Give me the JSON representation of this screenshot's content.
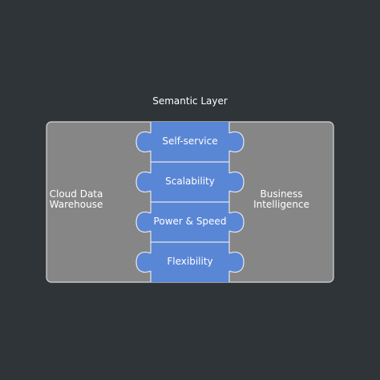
{
  "semantic_layer": {
    "title": "Semantic Layer"
  },
  "left_panel": {
    "line1": "Cloud Data",
    "line2": "Warehouse"
  },
  "right_panel": {
    "line1": "Business",
    "line2": "Intelligence"
  },
  "pieces": [
    {
      "label": "Self-service"
    },
    {
      "label": "Scalability"
    },
    {
      "label": "Power & Speed"
    },
    {
      "label": "Flexibility"
    }
  ],
  "colors": {
    "background": "#2e3437",
    "panel": "#868686",
    "piece": "#5a86d6"
  }
}
